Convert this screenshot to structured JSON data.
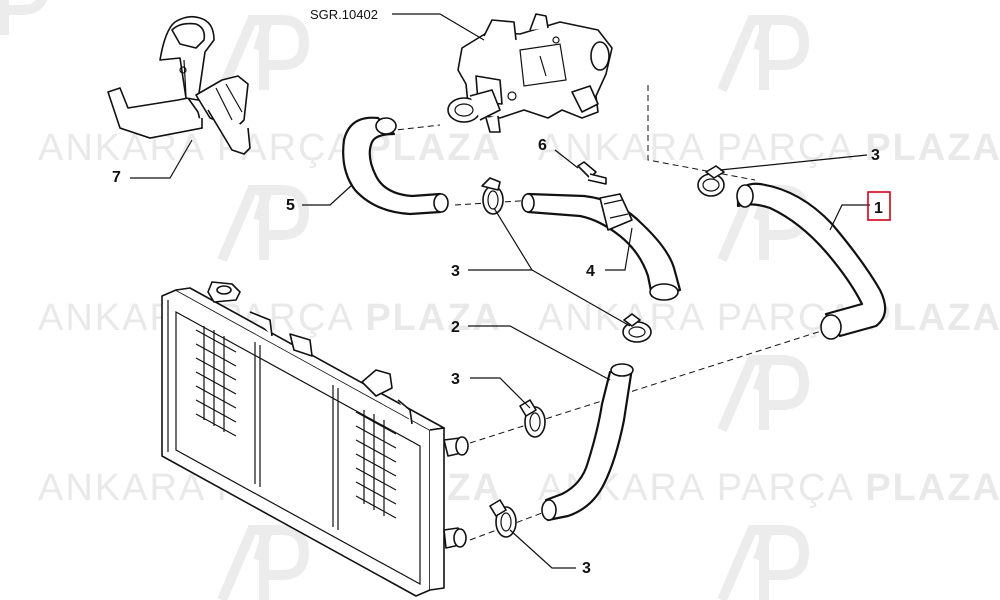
{
  "watermark": {
    "logo_text": "AP",
    "brand_word1": "ANKARA",
    "brand_word2": "PARÇA",
    "brand_word3": "PLAZA",
    "color": "#e6e6e6"
  },
  "reference": {
    "label": "SGR.10402"
  },
  "callouts": [
    {
      "number": "1",
      "part": "upper-radiator-hose",
      "highlighted": true
    },
    {
      "number": "2",
      "part": "lower-radiator-hose"
    },
    {
      "number": "3",
      "part": "hose-clamp"
    },
    {
      "number": "4",
      "part": "connecting-pipe"
    },
    {
      "number": "5",
      "part": "thermostat-hose"
    },
    {
      "number": "6",
      "part": "bolt"
    },
    {
      "number": "7",
      "part": "radiator-bracket"
    }
  ],
  "colors": {
    "line": "#111111",
    "highlight_box": "#d0021b",
    "background": "#ffffff"
  }
}
